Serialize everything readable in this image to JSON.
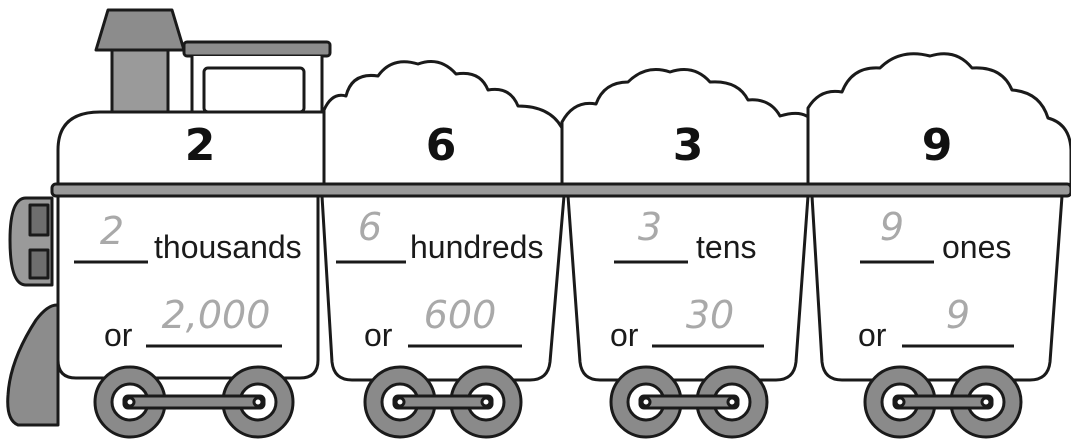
{
  "cars": [
    {
      "digit": "2",
      "place_value": "thousands",
      "place_answer": "2",
      "or_label": "or",
      "value_answer": "2,000"
    },
    {
      "digit": "6",
      "place_value": "hundreds",
      "place_answer": "6",
      "or_label": "or",
      "value_answer": "600"
    },
    {
      "digit": "3",
      "place_value": "tens",
      "place_answer": "3",
      "or_label": "or",
      "value_answer": "30"
    },
    {
      "digit": "9",
      "place_value": "ones",
      "place_answer": "9",
      "or_label": "or",
      "value_answer": "9"
    }
  ],
  "colors": {
    "outline": "#1a1a1a",
    "locomotive_gray": "#8c8c8c",
    "wheel_gray": "#8a8a8a",
    "answer_gray": "#a9a9a9"
  }
}
